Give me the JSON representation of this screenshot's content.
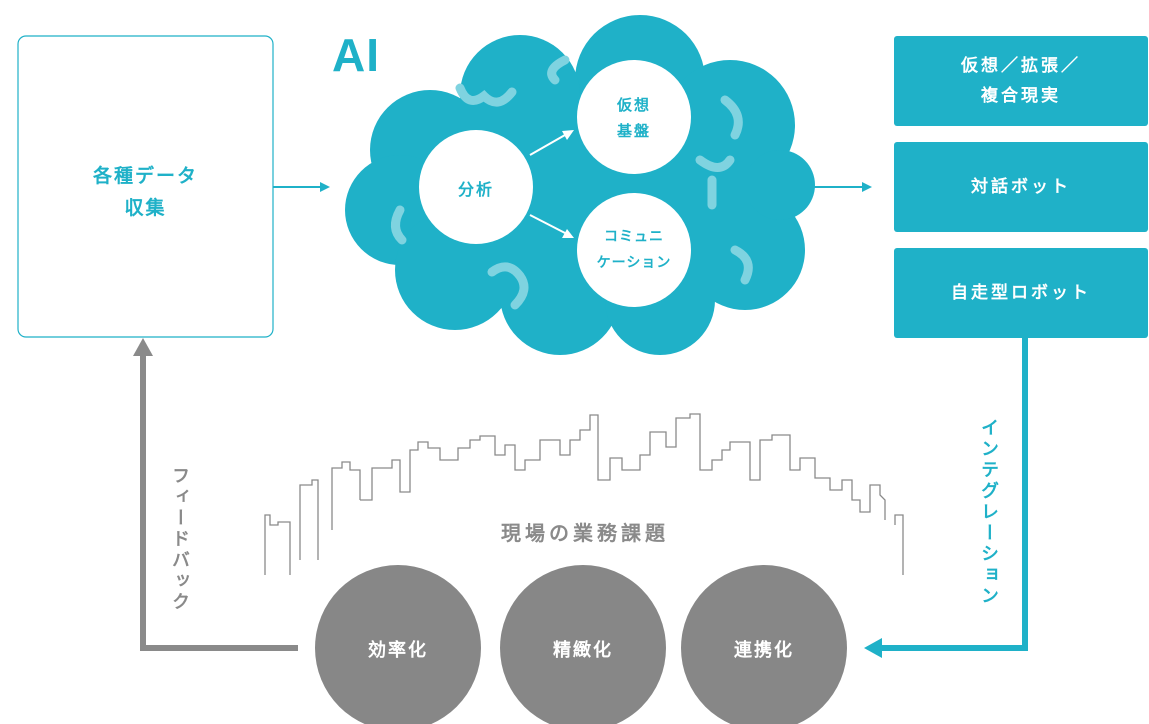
{
  "colors": {
    "teal": "#1fb1c8",
    "teal_light": "#7fd3e0",
    "gray": "#8a8a8a",
    "dark_gray": "#878787"
  },
  "collection": {
    "label": "各種データ\n収集"
  },
  "ai": {
    "title": "AI",
    "analysis": "分析",
    "virtual_base": "仮想\n基盤",
    "communication": "コミュニ\nケーション"
  },
  "outputs": [
    {
      "label": "仮想／拡張／\n複合現実"
    },
    {
      "label": "対話ボット"
    },
    {
      "label": "自走型ロボット"
    }
  ],
  "integration_label": "インテグレーション",
  "feedback_label": "フィードバック",
  "field_issues": "現場の業務課題",
  "results": [
    {
      "label": "効率化"
    },
    {
      "label": "精緻化"
    },
    {
      "label": "連携化"
    }
  ]
}
